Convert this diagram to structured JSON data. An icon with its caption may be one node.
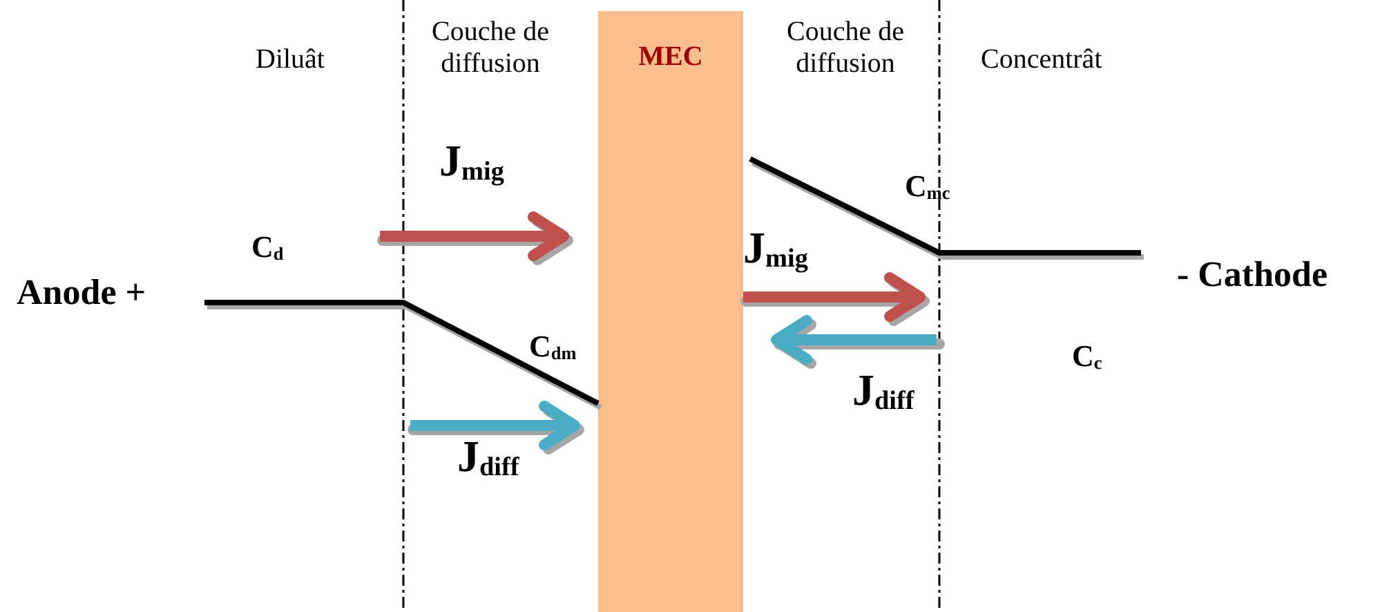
{
  "diagram": {
    "nodes": [
      {
        "text": [
          "MEC"
        ]
      }
    ],
    "labels": [
      "Diluât",
      "Couche de diffusion",
      "Couche de diffusion",
      "Concentrât",
      "J$_{mig}$",
      "C$_{d}$",
      "Anode +",
      "C$_{mc}$",
      "J$_{mig}$",
      "- Cathode",
      "C$_{dm}$",
      "C$_{c}$",
      "J$_{diff}$",
      "J$_{diff}$"
    ]
  }
}
